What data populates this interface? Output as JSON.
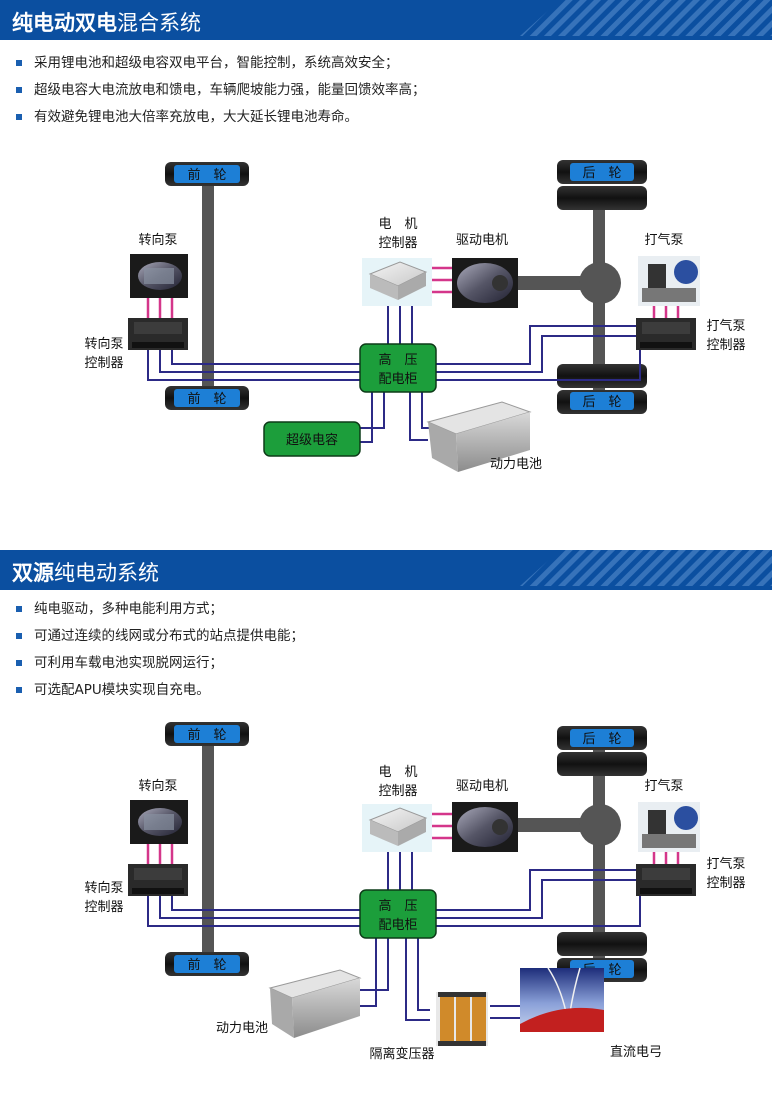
{
  "colors": {
    "banner_blue": "#0b4fa0",
    "cabinet_green": "#1c9e3b",
    "wire_purple": "#2c2a86",
    "wire_pink": "#d4368a",
    "axle_gray": "#555555",
    "tire_label_blue": "#1d7fd6"
  },
  "section1": {
    "title_bold": "纯电动双电",
    "title_rest": "混合系统",
    "bullets": [
      "采用锂电池和超级电容双电平台，智能控制，系统高效安全；",
      "超级电容大电流放电和馈电，车辆爬坡能力强，能量回馈效率高；",
      "有效避免锂电池大倍率充放电，大大延长锂电池寿命。"
    ],
    "labels": {
      "front_wheel": "前　轮",
      "rear_wheel": "后　轮",
      "steering_pump": "转向泵",
      "steering_ctrl_1": "转向泵",
      "steering_ctrl_2": "控制器",
      "motor_ctrl_1": "电　机",
      "motor_ctrl_2": "控制器",
      "drive_motor": "驱动电机",
      "air_pump": "打气泵",
      "air_ctrl_1": "打气泵",
      "air_ctrl_2": "控制器",
      "hv_1": "高　压",
      "hv_2": "配电柜",
      "supercap": "超级电容",
      "battery": "动力电池"
    }
  },
  "section2": {
    "title_bold": "双源",
    "title_rest": "纯电动系统",
    "bullets": [
      "纯电驱动，多种电能利用方式；",
      "可通过连续的线网或分布式的站点提供电能；",
      "可利用车载电池实现脱网运行；",
      "可选配APU模块实现自充电。"
    ],
    "labels": {
      "front_wheel": "前　轮",
      "rear_wheel": "后　轮",
      "steering_pump": "转向泵",
      "steering_ctrl_1": "转向泵",
      "steering_ctrl_2": "控制器",
      "motor_ctrl_1": "电　机",
      "motor_ctrl_2": "控制器",
      "drive_motor": "驱动电机",
      "air_pump": "打气泵",
      "air_ctrl_1": "打气泵",
      "air_ctrl_2": "控制器",
      "hv_1": "高　压",
      "hv_2": "配电柜",
      "battery": "动力电池",
      "transformer": "隔离变压器",
      "pantograph": "直流电弓"
    }
  }
}
